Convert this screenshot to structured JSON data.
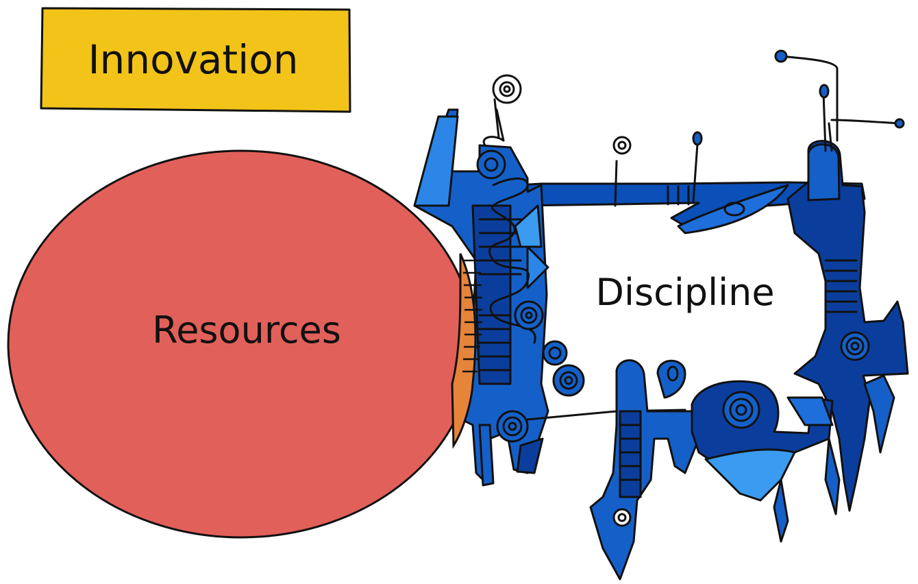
{
  "title": "Innovation",
  "circle_label": "Resources",
  "frame_label": "Discipline",
  "colors": {
    "title_box": "#F2C318",
    "circle_fill": "#E2605A",
    "overlap_fill": "#E6843A",
    "blue_dark": "#0B3E9C",
    "blue_mid": "#1560C8",
    "blue_light": "#3A9BF0",
    "outline": "#111111"
  }
}
